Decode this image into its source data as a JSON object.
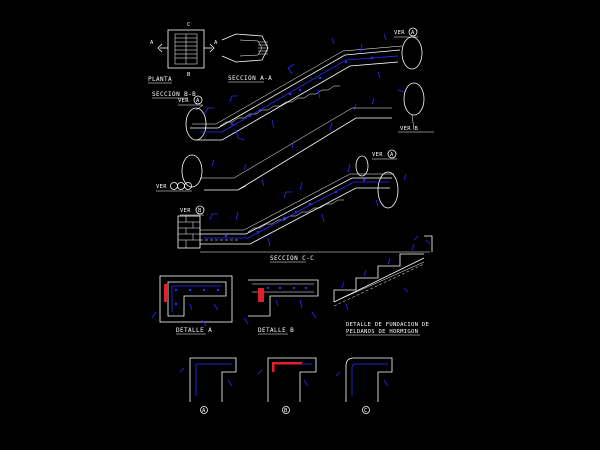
{
  "labels": {
    "planta": "PLANTA",
    "seccion_aa": "SECCION A-A",
    "seccion_bb": "SECCION B-B",
    "seccion_cc": "SECCION C-C",
    "ver_a_top": "VER",
    "ver_a_mid": "VER",
    "ver_a_low": "VER",
    "ver_bd": "VER",
    "ver_b": "VER",
    "ver_b_suffix": "VER B",
    "ver_bcd": "VER",
    "detalle_a": "DETALLE A",
    "detalle_b": "DETALLE B",
    "detalle_fund_1": "DETALLE DE FUNDACION DE",
    "detalle_fund_2": "PELDANOS DE HORMIGON",
    "circle_a": "A",
    "circle_b": "B",
    "circle_c": "C",
    "circle_bcd": "BCD"
  },
  "colors": {
    "background": "#000000",
    "linework": "#ffffff",
    "dimension": "#2b2bff",
    "highlight": "#e0202a"
  }
}
